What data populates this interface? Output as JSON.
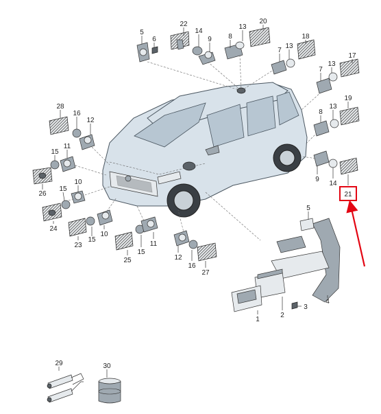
{
  "labels": {
    "p1": "1",
    "p2": "2",
    "p3": "3",
    "p4": "4",
    "p5_top": "5",
    "p6": "6",
    "p22": "22",
    "p14_top": "14",
    "p9_top": "9",
    "p8_top": "8",
    "p13_top": "13",
    "p20": "20",
    "p7_a": "7",
    "p13_a": "13",
    "p18": "18",
    "p7_b": "7",
    "p13_b": "13",
    "p17": "17",
    "p28": "28",
    "p16": "16",
    "p12_top": "12",
    "p15_a": "15",
    "p11_a": "11",
    "p26": "26",
    "p15_b": "15",
    "p10_a": "10",
    "p24": "24",
    "p23": "23",
    "p15_c": "15",
    "p10_b": "10",
    "p25": "25",
    "p15_d": "15",
    "p11_b": "11",
    "p12_b": "12",
    "p16_b": "16",
    "p27": "27",
    "p8_r": "8",
    "p13_r": "13",
    "p19": "19",
    "p9_r": "9",
    "p14_r": "14",
    "p21": "21",
    "p5_ctrl": "5",
    "p29": "29",
    "p30": "30"
  },
  "highlight": {
    "label": "21",
    "color": "#e30613"
  }
}
